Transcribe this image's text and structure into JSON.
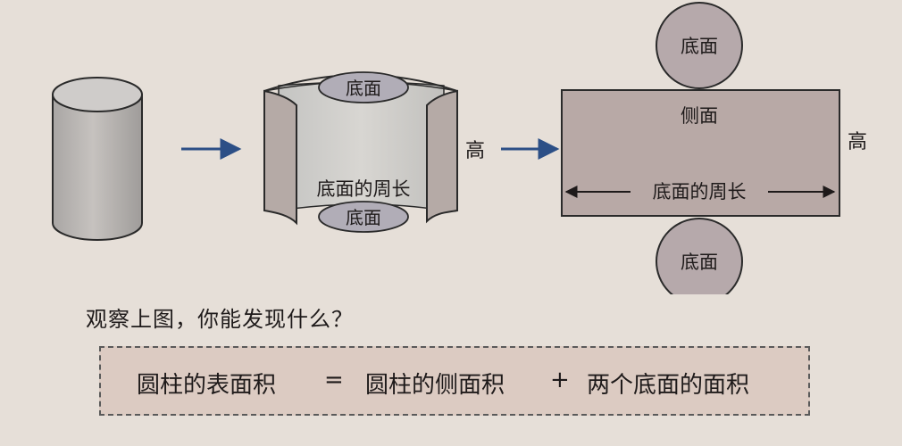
{
  "labels": {
    "base": "底面",
    "base_circumference": "底面的周长",
    "height": "高",
    "lateral": "侧面"
  },
  "question": "观察上图，你能发现什么？",
  "formula": {
    "total": "圆柱的表面积",
    "equals": "=",
    "lateral_area": "圆柱的侧面积",
    "plus": "+",
    "bases_area": "两个底面的面积"
  },
  "colors": {
    "background": "#e6dfd8",
    "cylinder_fill": "#b7b3b0",
    "rectangle_fill": "#b8a9a6",
    "arrow": "#2c4f86",
    "formula_box": "#dccbc2"
  }
}
